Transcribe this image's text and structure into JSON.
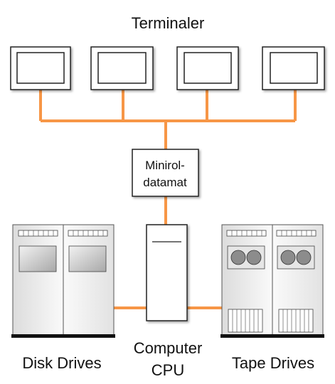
{
  "title": "Terminaler",
  "minicomputer_label": [
    "Minirol-",
    "datamat"
  ],
  "disk_label": "Disk Drives",
  "cpu_label": [
    "Computer",
    "CPU"
  ],
  "tape_label": "Tape Drives",
  "colors": {
    "connector": "#F79646",
    "outline": "#222222",
    "unit_fill": "#F4F4F4",
    "screen_gray": "#C8C8C8",
    "reel_gray": "#8C8C8C"
  }
}
